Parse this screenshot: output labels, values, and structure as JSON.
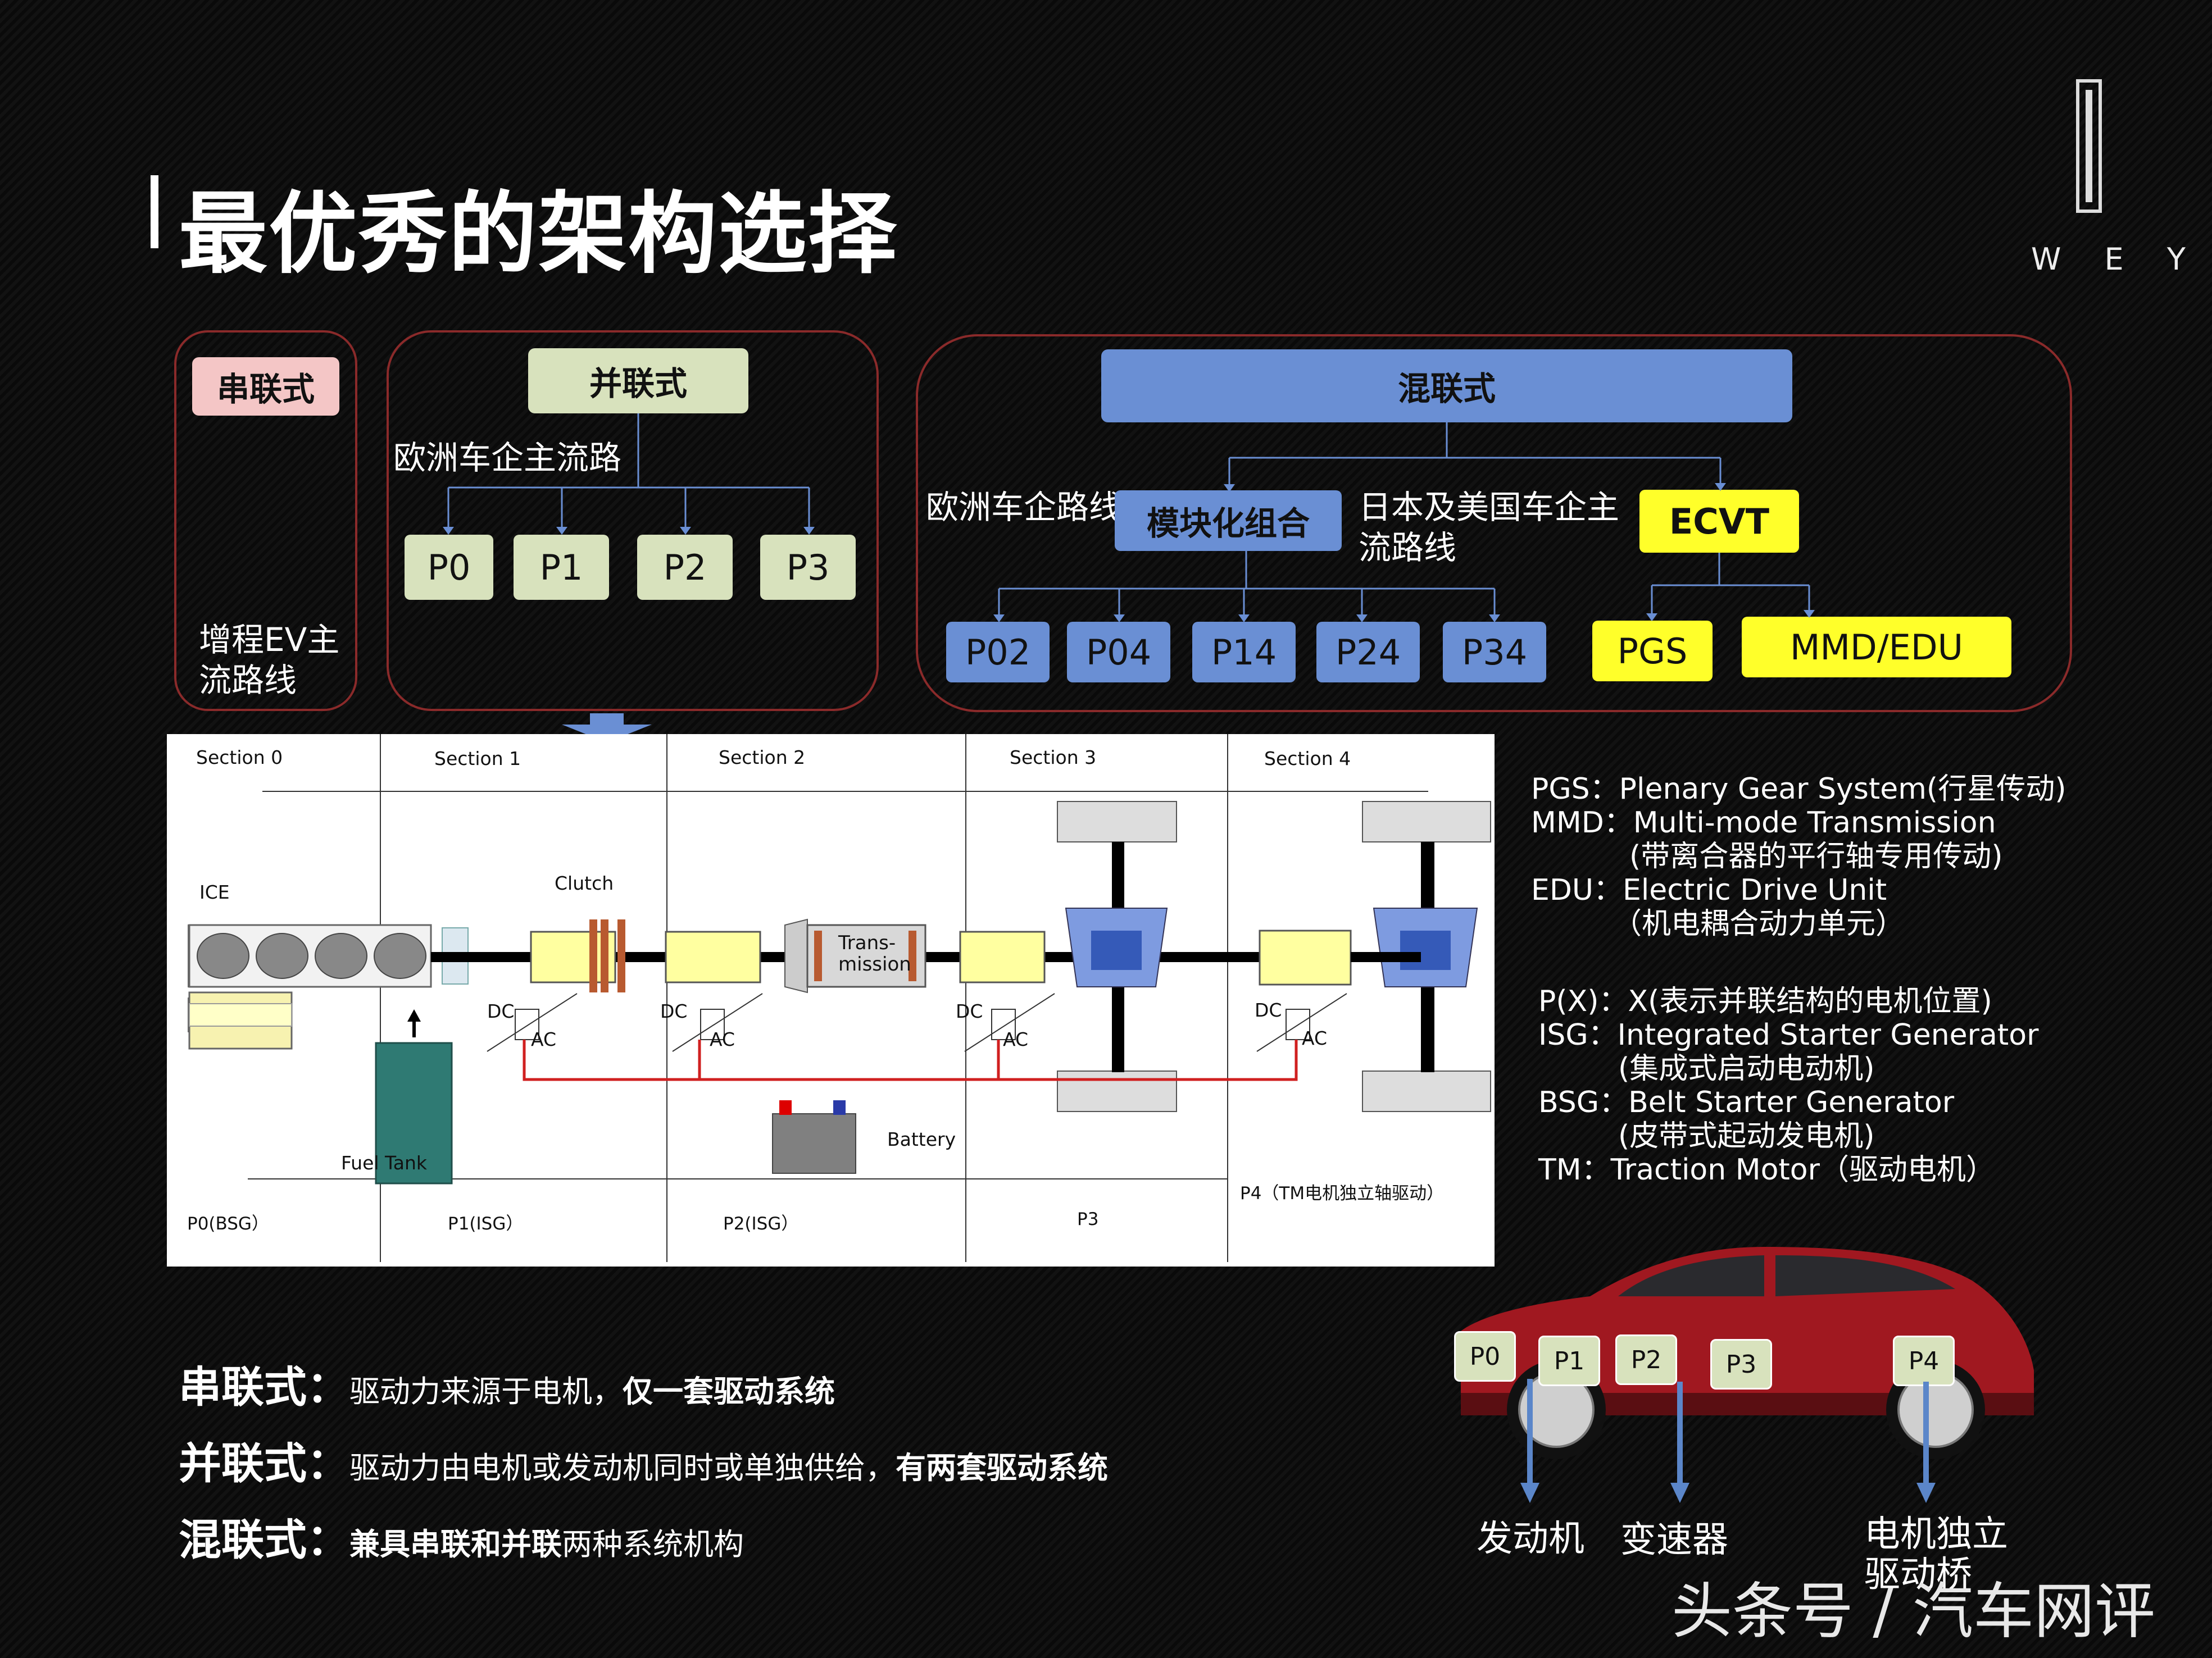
{
  "title": "最优秀的架构选择",
  "brand": "W E Y",
  "series_type": {
    "label": "串联式",
    "note_line1": "增程EV主",
    "note_line2": "流路线"
  },
  "parallel": {
    "label": "并联式",
    "note": "欧洲车企主流路",
    "items": [
      "P0",
      "P1",
      "P2",
      "P3"
    ]
  },
  "hybrid": {
    "label": "混联式",
    "note_eu": "欧洲车企路线",
    "modular": "模块化组合",
    "note_jp_line1": "日本及美国车企主",
    "note_jp_line2": "流路线",
    "ecvt": "ECVT",
    "modular_items": [
      "P02",
      "P04",
      "P14",
      "P24",
      "P34"
    ],
    "ecvt_items": [
      "PGS",
      "MMD/EDU"
    ]
  },
  "diagram": {
    "sections": [
      "Section 0",
      "Section 1",
      "Section 2",
      "Section 3",
      "Section 4"
    ],
    "ice": "ICE",
    "clutch": "Clutch",
    "trans1": "Trans-",
    "trans2": "mission",
    "dc": "DC",
    "ac": "AC",
    "battery": "Battery",
    "fuel_tank": "Fuel Tank",
    "bottom": [
      "P0(BSG）",
      "P1(ISG）",
      "P2(ISG）",
      "P3",
      "P4（TM电机独立轴驱动）"
    ]
  },
  "legend": {
    "pgs": "PGS：Plenary Gear System(行星传动)",
    "mmd": "MMD：Multi-mode Transmission",
    "mmd_cn": "(带离合器的平行轴专用传动)",
    "edu": "EDU：Electric Drive Unit",
    "edu_cn": "（机电耦合动力单元）",
    "px": "P(X)：X(表示并联结构的电机位置)",
    "isg": "ISG：Integrated Starter Generator",
    "isg_cn": "(集成式启动电动机)",
    "bsg": "BSG：Belt Starter Generator",
    "bsg_cn": "(皮带式起动发电机)",
    "tm": "TM：Traction Motor（驱动电机）"
  },
  "definitions": [
    {
      "key": "串联式",
      "sep": "：",
      "text1": "驱动力来源于电机，",
      "bold": "仅一套驱动系统",
      "text2": ""
    },
    {
      "key": "并联式",
      "sep": "：",
      "text1": "驱动力由电机或发动机同时或单独供给，",
      "bold": "有两套驱动系统",
      "text2": ""
    },
    {
      "key": "混联式",
      "sep": "：",
      "text1": "",
      "bold": "兼具串联和并联",
      "text2": "两种系统机构"
    }
  ],
  "car": {
    "chips": [
      "P0",
      "P1",
      "P2",
      "P3",
      "P4"
    ],
    "engine": "发动机",
    "gearbox": "变速器",
    "motor_line1": "电机独立",
    "motor_line2": "驱动桥"
  },
  "watermark": "头条号 / 汽车网评",
  "colors": {
    "accent_red": "#8a2a2a",
    "green": "#d8e2bd",
    "blue": "#6a8fd4",
    "yellow": "#ffff2a",
    "pink": "#f4c6c6"
  }
}
